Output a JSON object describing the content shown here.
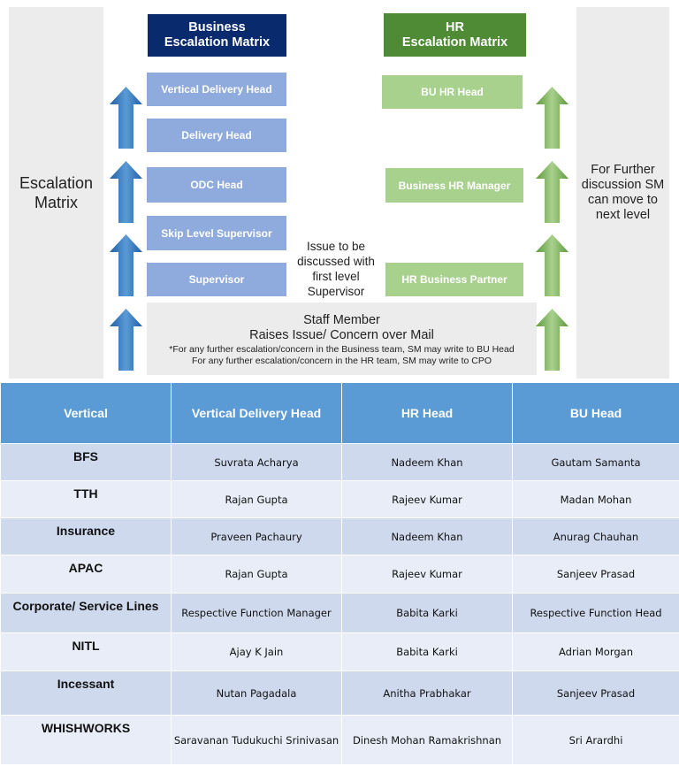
{
  "diagram": {
    "left_label": "Escalation Matrix",
    "right_label": "For Further discussion SM can move to next level",
    "business": {
      "title_line1": "Business",
      "title_line2": "Escalation Matrix",
      "levels": [
        "Vertical Delivery Head",
        "Delivery Head",
        "ODC Head",
        "Skip Level Supervisor",
        "Supervisor"
      ]
    },
    "hr": {
      "title_line1": "HR",
      "title_line2": "Escalation Matrix",
      "levels": [
        "BU HR Head",
        "Business HR Manager",
        "HR Business Partner"
      ]
    },
    "middle_note": "Issue to be discussed with first level Supervisor",
    "staff": {
      "line1": "Staff Member",
      "line2": "Raises Issue/ Concern over Mail",
      "line3": "*For any further escalation/concern in the Business team, SM may write to BU Head",
      "line4": "For any further escalation/concern in the HR team, SM may write to CPO"
    },
    "colors": {
      "business_title": "#0a2a6e",
      "business_box": "#8faadc",
      "hr_title": "#4f8a34",
      "hr_box": "#a9d18e",
      "blue_arrow": "#2e75b6",
      "green_arrow": "#70ad47"
    }
  },
  "table": {
    "headers": [
      "Vertical",
      "Vertical Delivery Head",
      "HR Head",
      "BU Head"
    ],
    "rows": [
      [
        "BFS",
        "Suvrata Acharya",
        "Nadeem Khan",
        "Gautam Samanta"
      ],
      [
        "TTH",
        "Rajan Gupta",
        "Rajeev Kumar",
        "Madan Mohan"
      ],
      [
        "Insurance",
        "Praveen Pachaury",
        "Nadeem Khan",
        "Anurag Chauhan"
      ],
      [
        "APAC",
        "Rajan Gupta",
        "Rajeev Kumar",
        "Sanjeev Prasad"
      ],
      [
        "Corporate/ Service Lines",
        "Respective Function Manager",
        "Babita Karki",
        "Respective Function Head"
      ],
      [
        "NITL",
        "Ajay K Jain",
        "Babita Karki",
        "Adrian Morgan"
      ],
      [
        "Incessant",
        "Nutan Pagadala",
        "Anitha Prabhakar",
        "Sanjeev Prasad"
      ],
      [
        "WHISHWORKS",
        "Saravanan Tudukuchi Srinivasan",
        "Dinesh Mohan Ramakrishnan",
        "Sri Arardhi"
      ]
    ],
    "colors": {
      "header": "#5b9bd5",
      "row_a": "#cfd9ee",
      "row_b": "#e8edf7"
    }
  }
}
